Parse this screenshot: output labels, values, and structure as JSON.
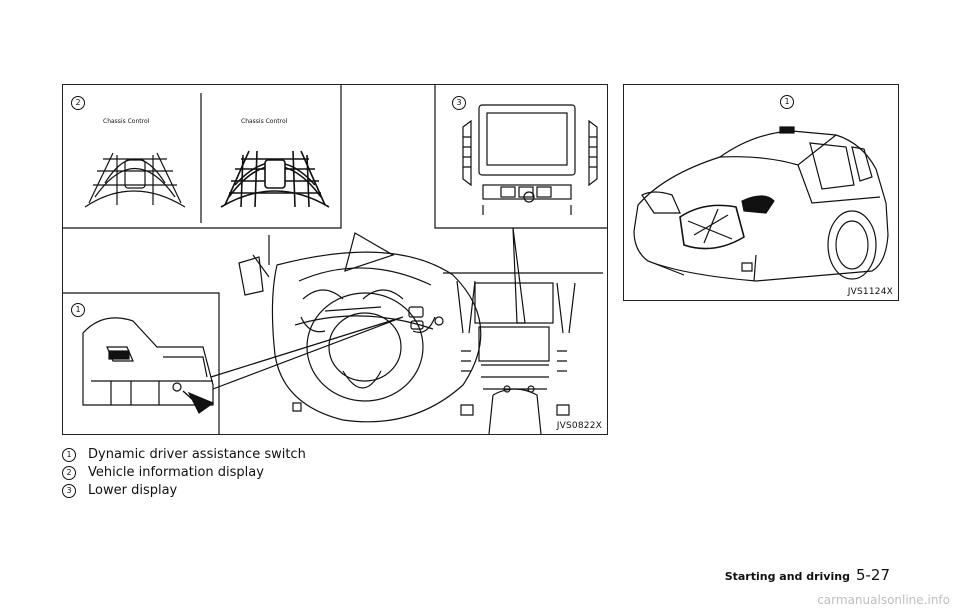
{
  "figure_left": {
    "code": "JVS0822X",
    "callouts": [
      "1",
      "2",
      "3"
    ],
    "display_labels": [
      "Chassis Control",
      "Chassis Control"
    ]
  },
  "figure_right": {
    "code": "JVS1124X",
    "callouts": [
      "1"
    ]
  },
  "legend": [
    {
      "num": "1",
      "text": "Dynamic driver assistance switch"
    },
    {
      "num": "2",
      "text": "Vehicle information display"
    },
    {
      "num": "3",
      "text": "Lower display"
    }
  ],
  "footer": {
    "section": "Starting and driving",
    "page": "5-27"
  },
  "watermark": "carmanualsonline.info"
}
